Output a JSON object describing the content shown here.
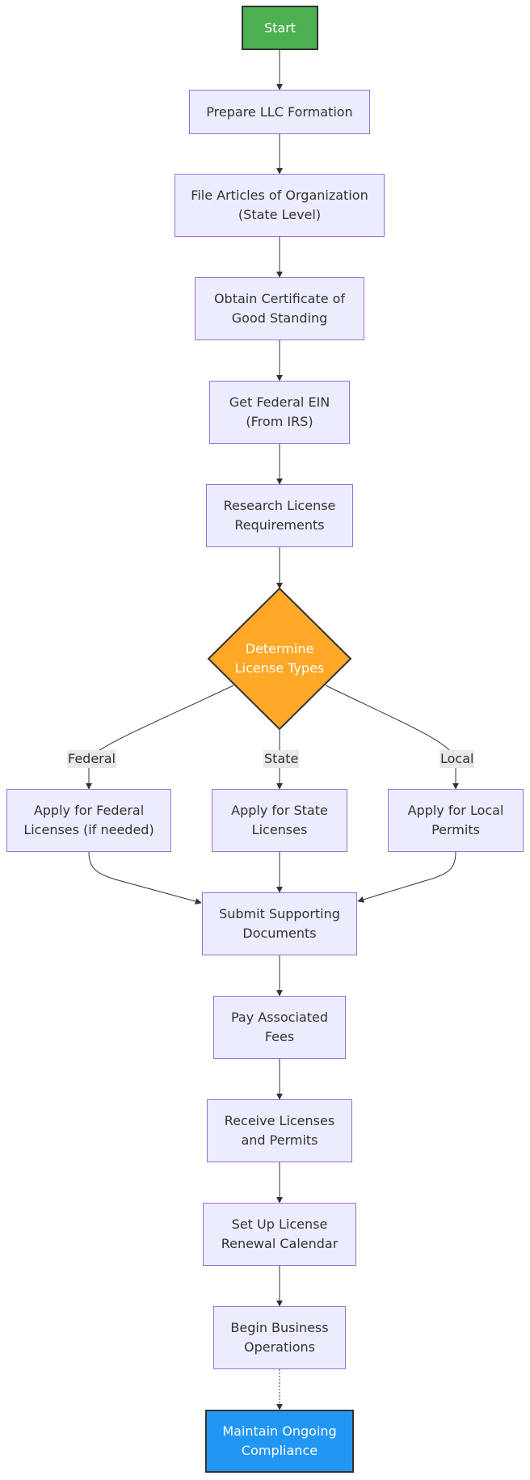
{
  "nodes": {
    "start": "Start",
    "prepare_llc": "Prepare LLC Formation",
    "file_articles": "File Articles of Organization\n(State Level)",
    "certificate": "Obtain Certificate of\nGood Standing",
    "ein": "Get Federal EIN\n(From IRS)",
    "research": "Research License\nRequirements",
    "determine": "Determine\nLicense Types",
    "federal": "Apply for Federal\nLicenses (if needed)",
    "state": "Apply for State\nLicenses",
    "local": "Apply for Local\nPermits",
    "submit": "Submit Supporting\nDocuments",
    "pay": "Pay Associated\nFees",
    "receive": "Receive Licenses\nand Permits",
    "renewal": "Set Up License\nRenewal Calendar",
    "operations": "Begin Business\nOperations",
    "compliance": "Maintain Ongoing\nCompliance"
  },
  "edge_labels": {
    "federal": "Federal",
    "state": "State",
    "local": "Local"
  },
  "colors": {
    "node_fill": "#ECECFF",
    "node_border": "#9370DB",
    "start_fill": "#4CAF50",
    "decision_fill": "#FFA726",
    "end_fill": "#2196F3",
    "edge": "#333333"
  }
}
